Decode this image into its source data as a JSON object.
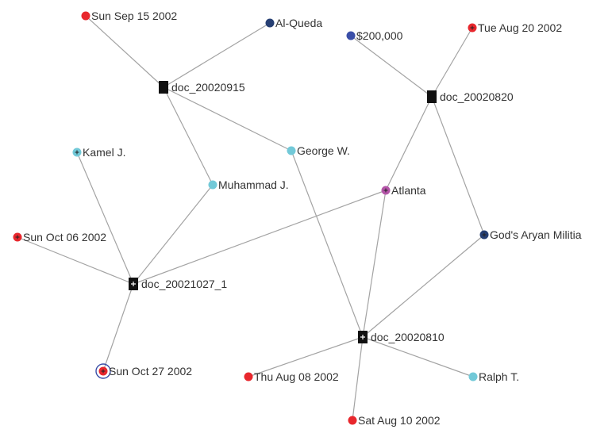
{
  "colors": {
    "date": "#e8272d",
    "person": "#72c9d8",
    "organization": "#263f73",
    "money": "#3a4fa8",
    "location": "#b455a8",
    "document": "#111111",
    "edge": "#a3a3a3",
    "selection_ring": "#3a4fa8"
  },
  "nodes": {
    "sun_sep_15": {
      "label": "Sun Sep 15 2002",
      "type": "date"
    },
    "al_queda": {
      "label": "Al-Queda",
      "type": "organization"
    },
    "amount_200k": {
      "label": "$200,000",
      "type": "money"
    },
    "tue_aug_20": {
      "label": "Tue Aug 20 2002",
      "type": "date",
      "expandable": true
    },
    "doc_20020915": {
      "label": "doc_20020915",
      "type": "document"
    },
    "doc_20020820": {
      "label": "doc_20020820",
      "type": "document"
    },
    "kamel": {
      "label": "Kamel J.",
      "type": "person",
      "expandable": true
    },
    "george": {
      "label": "George W.",
      "type": "person"
    },
    "muhammad": {
      "label": "Muhammad J.",
      "type": "person"
    },
    "atlanta": {
      "label": "Atlanta",
      "type": "location",
      "expandable": true
    },
    "sun_oct_06": {
      "label": "Sun Oct 06 2002",
      "type": "date",
      "expandable": true
    },
    "gods_aryan": {
      "label": "God's Aryan Militia",
      "type": "organization",
      "expandable": true
    },
    "doc_20021027_1": {
      "label": "doc_20021027_1",
      "type": "document",
      "expandable": true
    },
    "doc_20020810": {
      "label": "doc_20020810",
      "type": "document",
      "expandable": true
    },
    "sun_oct_27": {
      "label": "Sun Oct 27 2002",
      "type": "date",
      "expandable": true,
      "selected": true
    },
    "thu_aug_08": {
      "label": "Thu Aug 08 2002",
      "type": "date"
    },
    "ralph": {
      "label": "Ralph T.",
      "type": "person"
    },
    "sat_aug_10": {
      "label": "Sat Aug 10 2002",
      "type": "date"
    }
  },
  "edges": [
    [
      "doc_20020915",
      "sun_sep_15"
    ],
    [
      "doc_20020915",
      "al_queda"
    ],
    [
      "doc_20020915",
      "george"
    ],
    [
      "doc_20020915",
      "muhammad"
    ],
    [
      "doc_20020820",
      "amount_200k"
    ],
    [
      "doc_20020820",
      "tue_aug_20"
    ],
    [
      "doc_20020820",
      "atlanta"
    ],
    [
      "doc_20020820",
      "gods_aryan"
    ],
    [
      "doc_20021027_1",
      "kamel"
    ],
    [
      "doc_20021027_1",
      "muhammad"
    ],
    [
      "doc_20021027_1",
      "atlanta"
    ],
    [
      "doc_20021027_1",
      "sun_oct_06"
    ],
    [
      "doc_20021027_1",
      "sun_oct_27"
    ],
    [
      "doc_20020810",
      "george"
    ],
    [
      "doc_20020810",
      "atlanta"
    ],
    [
      "doc_20020810",
      "gods_aryan"
    ],
    [
      "doc_20020810",
      "thu_aug_08"
    ],
    [
      "doc_20020810",
      "ralph"
    ],
    [
      "doc_20020810",
      "sat_aug_10"
    ]
  ]
}
